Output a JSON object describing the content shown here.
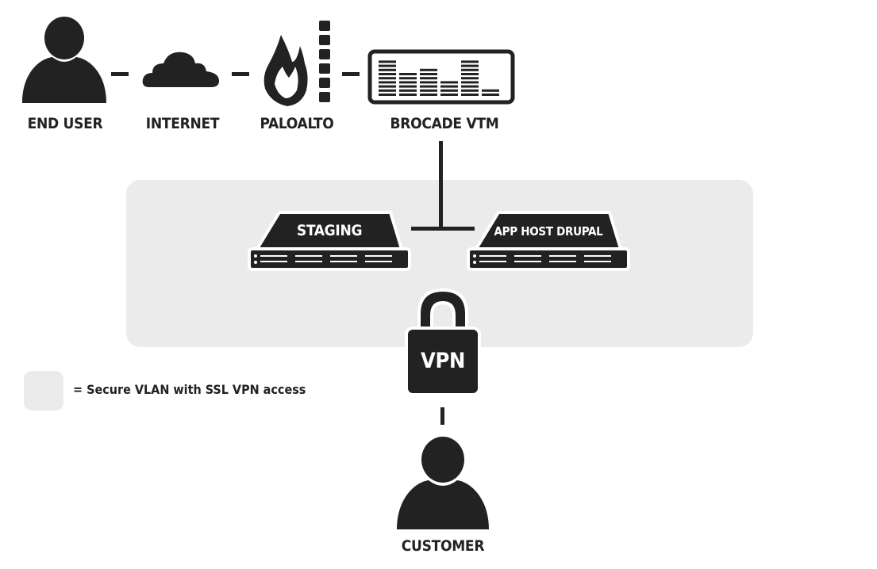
{
  "diagram": {
    "nodes": {
      "end_user": {
        "label": "END USER",
        "icon": "person-icon"
      },
      "internet": {
        "label": "INTERNET",
        "icon": "cloud-icon"
      },
      "paloalto": {
        "label": "PALOALTO",
        "icon": "firewall-icon"
      },
      "brocade": {
        "label": "BROCADE VTM",
        "icon": "load-balancer-icon"
      },
      "staging": {
        "label": "STAGING",
        "icon": "server-icon"
      },
      "app_host": {
        "label": "APP HOST DRUPAL",
        "icon": "server-icon"
      },
      "vpn": {
        "label": "VPN",
        "icon": "lock-icon"
      },
      "customer": {
        "label": "CUSTOMER",
        "icon": "person-icon"
      }
    },
    "edges": [
      [
        "END USER",
        "INTERNET"
      ],
      [
        "INTERNET",
        "PALOALTO"
      ],
      [
        "PALOALTO",
        "BROCADE VTM"
      ],
      [
        "BROCADE VTM",
        "STAGING"
      ],
      [
        "BROCADE VTM",
        "APP HOST DRUPAL"
      ],
      [
        "VPN",
        "CUSTOMER"
      ]
    ],
    "legend": {
      "text": "= Secure VLAN with SSL VPN access"
    },
    "colors": {
      "icon": "#222222",
      "vlan": "#ebebeb",
      "background": "#ffffff"
    }
  }
}
